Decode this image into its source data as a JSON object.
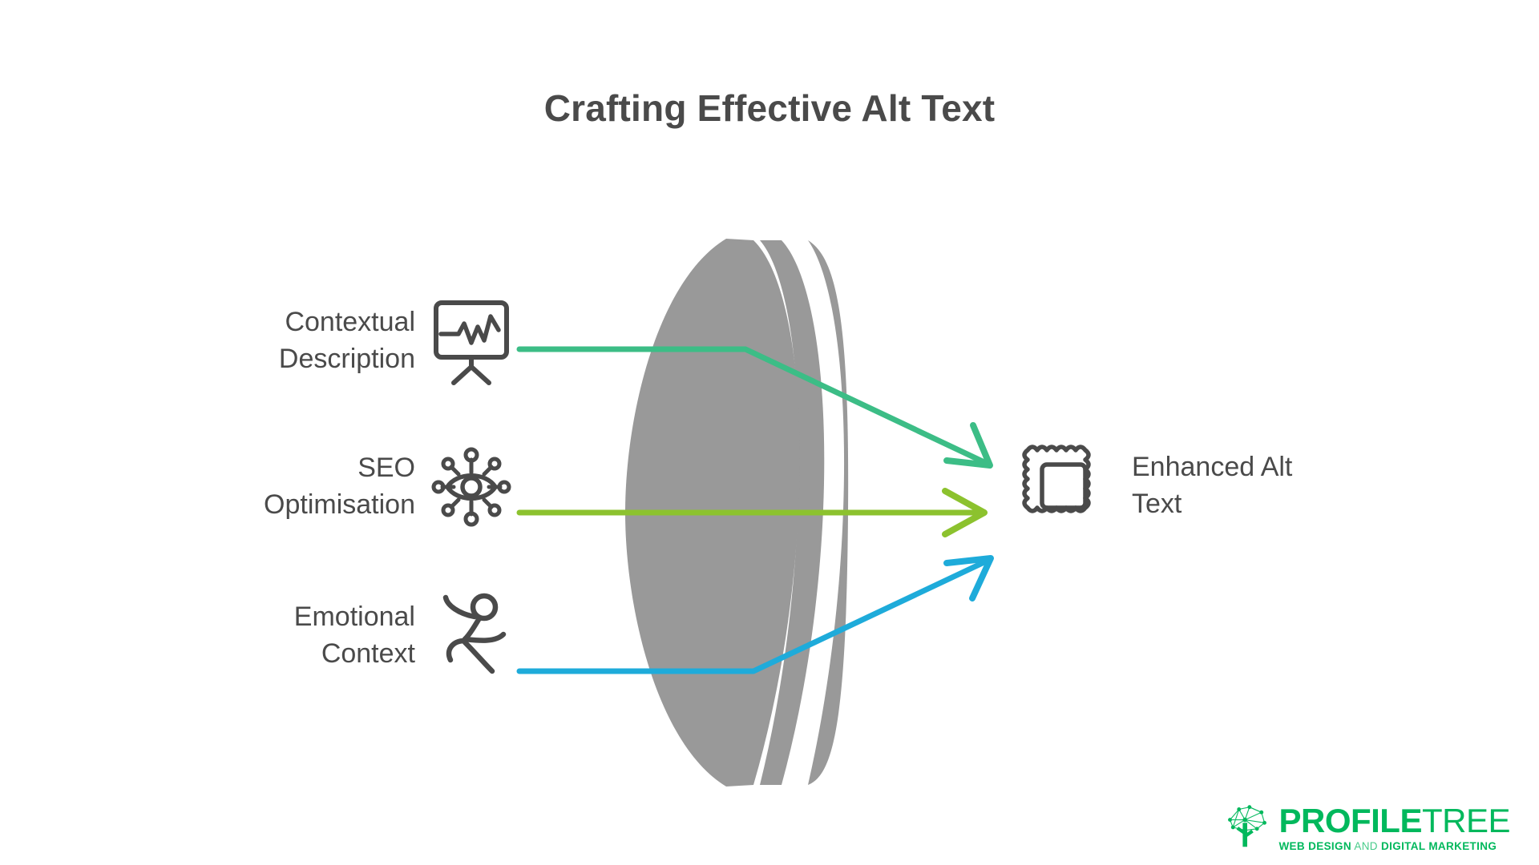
{
  "title": "Crafting Effective Alt Text",
  "colors": {
    "title_text": "#4a4a4a",
    "body_text": "#4a4a4a",
    "prism_gray": "#999999",
    "flow_green": "#3cbd86",
    "flow_lime": "#8cc22e",
    "flow_blue": "#1eabda",
    "brand_green": "#00b85c",
    "background": "#ffffff"
  },
  "inputs": [
    {
      "label": "Contextual\nDescription",
      "icon": "presentation-chart-icon",
      "flow_color": "#3cbd86"
    },
    {
      "label": "SEO\nOptimisation",
      "icon": "eye-network-icon",
      "flow_color": "#8cc22e"
    },
    {
      "label": "Emotional\nContext",
      "icon": "dancing-person-icon",
      "flow_color": "#1eabda"
    }
  ],
  "center": {
    "name": "layered-lens-prism",
    "icon": "lens-shape",
    "layers": 3
  },
  "output": {
    "label": "Enhanced Alt\nText",
    "icon": "scalloped-frame-icon"
  },
  "logo": {
    "word_bold": "PROFILE",
    "word_light": "TREE",
    "tagline_bold_1": "WEB DESIGN",
    "tagline_light": "AND",
    "tagline_bold_2": "DIGITAL MARKETING",
    "mark": "network-tree-icon"
  },
  "chart_data": {
    "type": "diagram",
    "title": "Crafting Effective Alt Text",
    "diagram_kind": "convergence-funnel",
    "inputs": [
      "Contextual Description",
      "SEO Optimisation",
      "Emotional Context"
    ],
    "processor": "layered lens / prism",
    "output": "Enhanced Alt Text",
    "flows": [
      {
        "from": "Contextual Description",
        "to": "Enhanced Alt Text",
        "color": "#3cbd86"
      },
      {
        "from": "SEO Optimisation",
        "to": "Enhanced Alt Text",
        "color": "#8cc22e"
      },
      {
        "from": "Emotional Context",
        "to": "Enhanced Alt Text",
        "color": "#1eabda"
      }
    ]
  }
}
